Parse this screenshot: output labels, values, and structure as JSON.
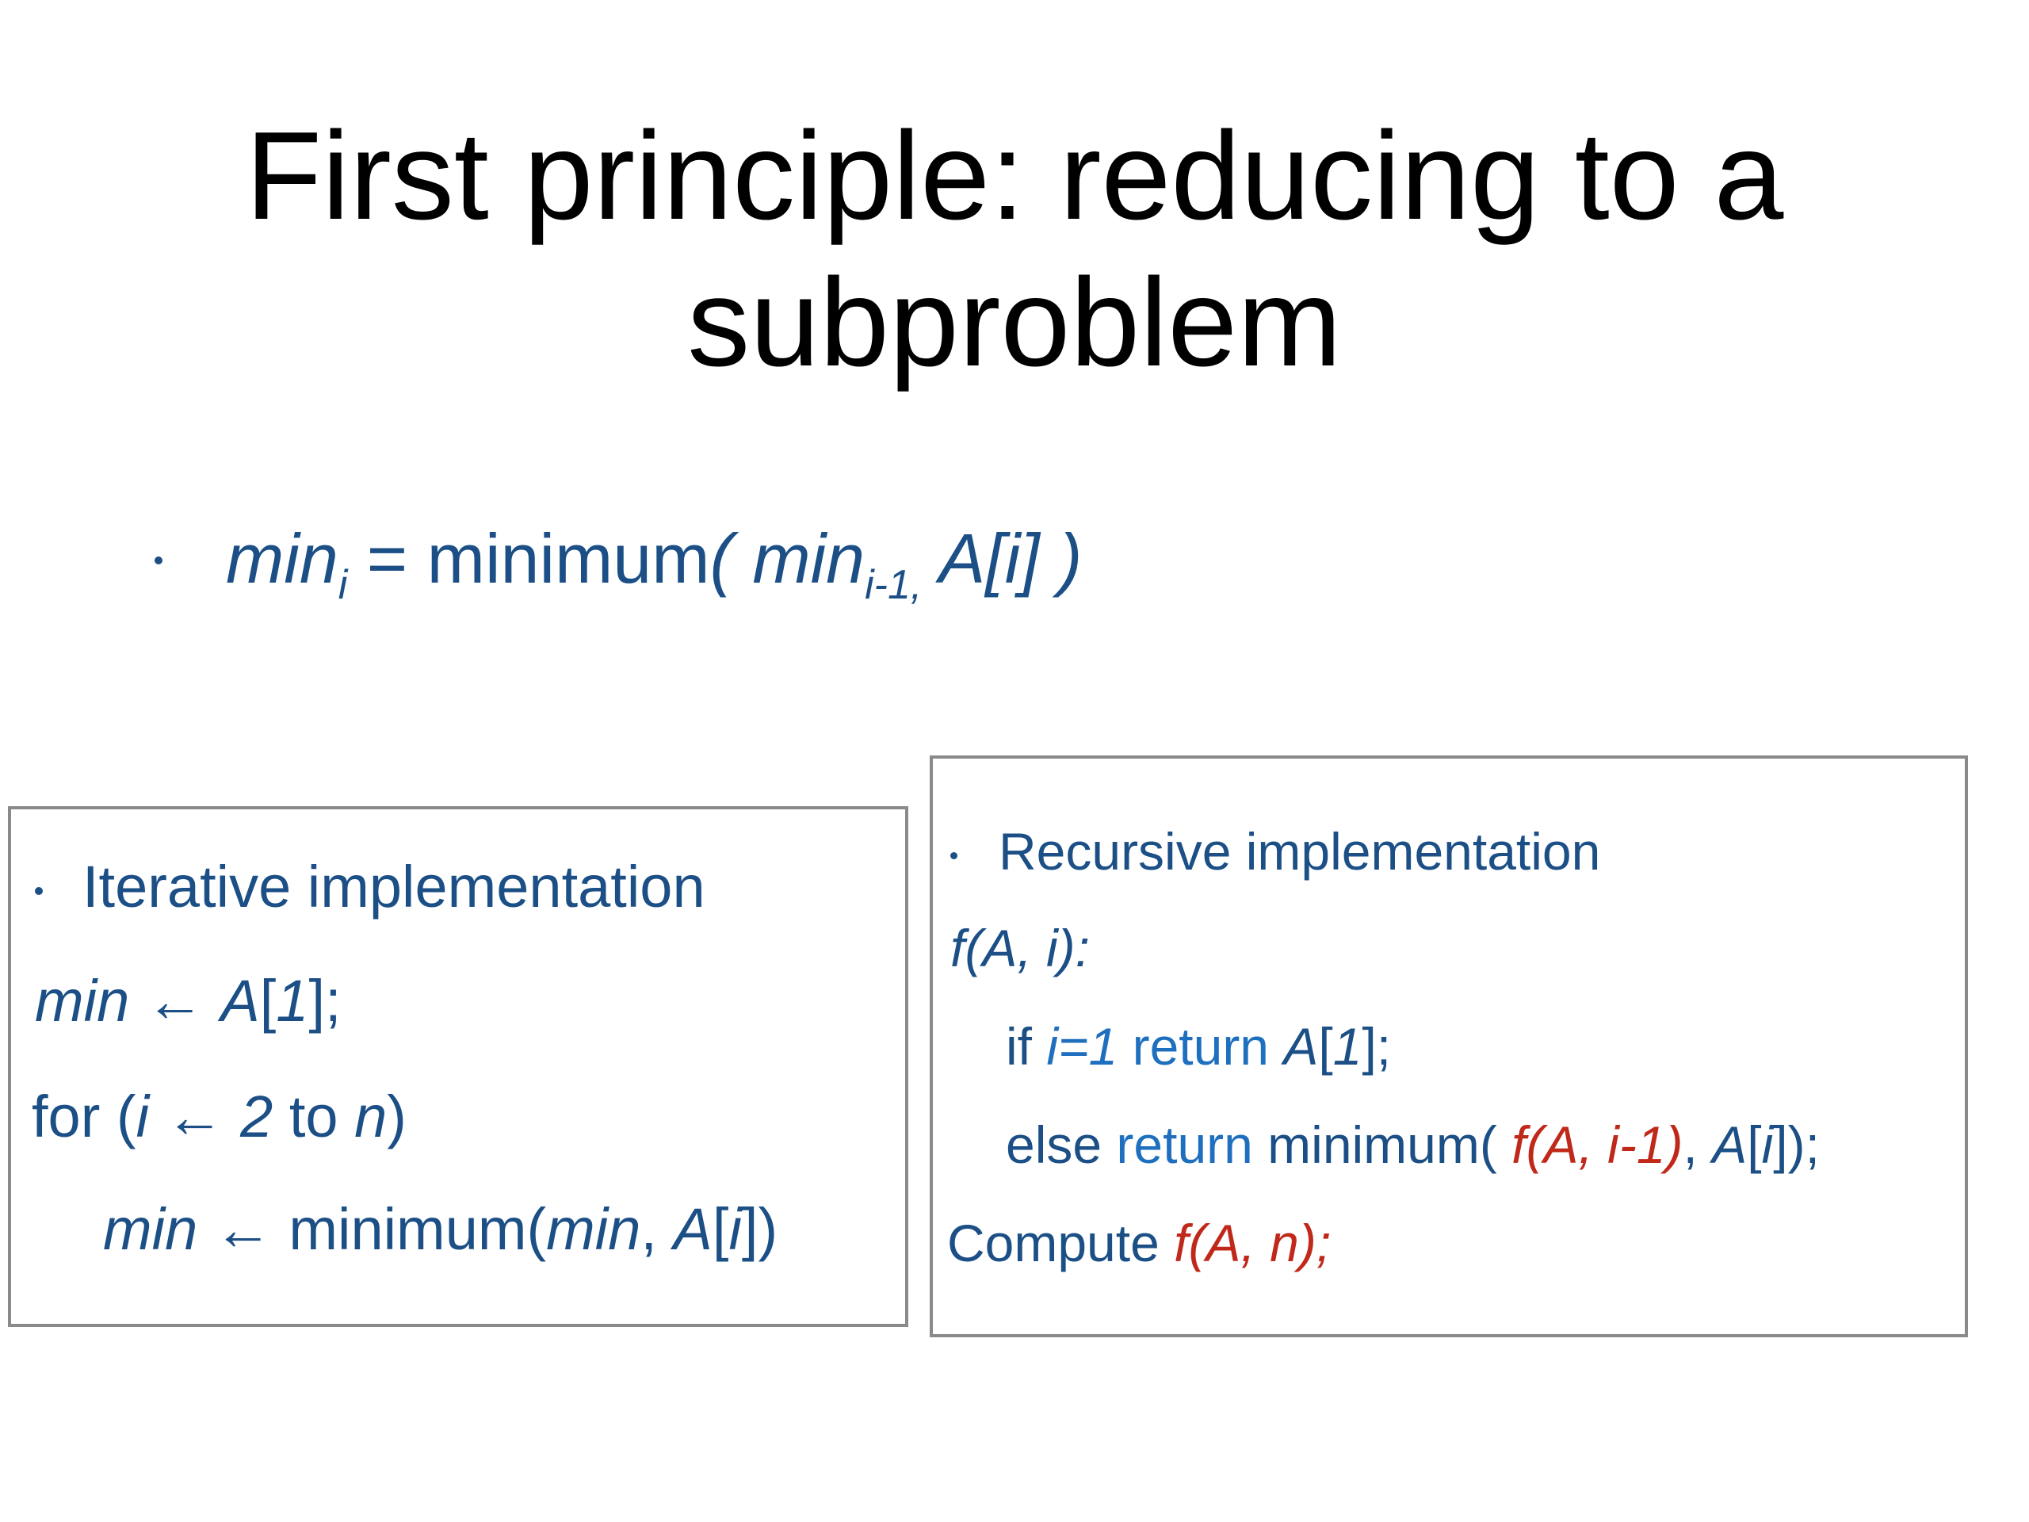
{
  "title": {
    "line1": "First principle: reducing to a",
    "line2": "subproblem"
  },
  "main_bullet": {
    "lhs": "min",
    "lhs_sub": "i",
    "eq": " = ",
    "func": "minimum",
    "open": "( ",
    "arg1": "min",
    "arg1_sub": "i-1,",
    "arg2": " A[i] )"
  },
  "iterative": {
    "heading": "Iterative implementation",
    "line1": {
      "var": "min",
      "arrow": " ← ",
      "a": "A",
      "lb": "[",
      "one": "1",
      "rb": "];"
    },
    "line2": {
      "for": "for (",
      "i": "i",
      "arrow": " ← ",
      "two": "2",
      "to": " to ",
      "n": "n",
      "close": ")"
    },
    "line3": {
      "var": "min",
      "arrow": " ← ",
      "func": "minimum(",
      "arg": "min",
      "comma": ", ",
      "a": "A",
      "lb": "[",
      "i": "i",
      "rb": "])"
    }
  },
  "recursive": {
    "heading": "Recursive implementation",
    "signature": "f(A, i):",
    "line_if": {
      "if": "if ",
      "cond": "i=1",
      "ret": " return ",
      "a": "A",
      "lb": "[",
      "one": "1",
      "rb": "];"
    },
    "line_else": {
      "else": "else ",
      "ret": "return ",
      "func": "minimum( ",
      "call": "f(A, i-1)",
      "comma": ", ",
      "a": "A",
      "lb": "[",
      "i": "i",
      "rb": "]);"
    },
    "compute": {
      "word": "Compute ",
      "call": "f(A, n);"
    }
  }
}
